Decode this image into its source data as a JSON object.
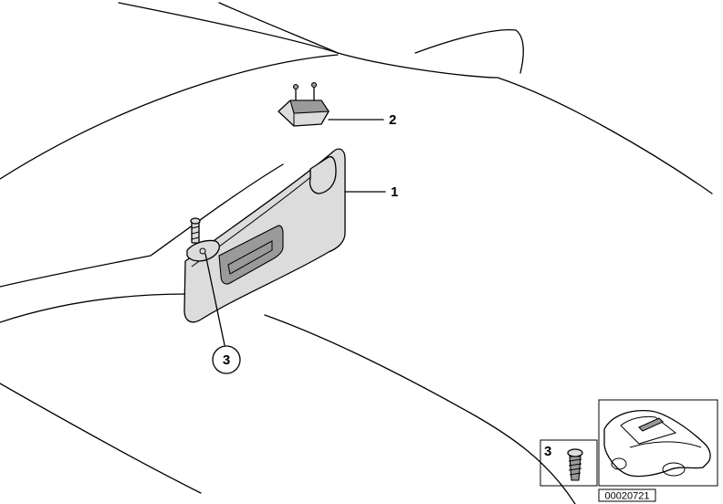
{
  "callouts": {
    "sun_visor": "1",
    "visor_clip": "2",
    "screw": "3"
  },
  "inset": {
    "screw_label": "3",
    "reference_code": "00020721"
  }
}
